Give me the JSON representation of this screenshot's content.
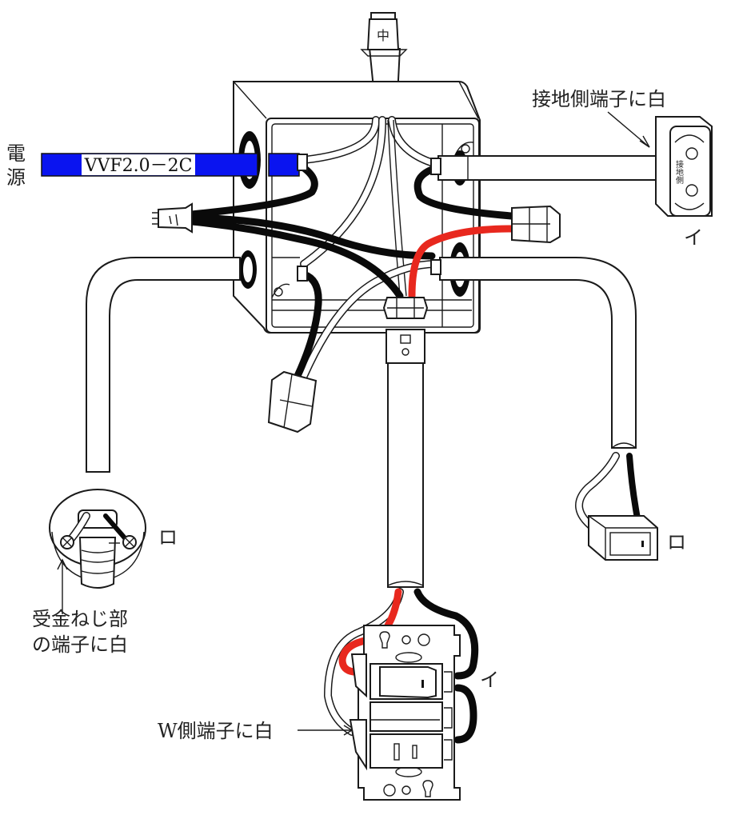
{
  "diagram": {
    "title": "複線図（ジョイントボックス配線）",
    "colors": {
      "source_cable": "#0a14f0",
      "black_wire": "#0a0a0a",
      "red_wire": "#e8281e",
      "white_wire": "#ffffff",
      "outline": "#1a1a1a"
    },
    "labels": {
      "power_source": "電源",
      "source_cable": "VVF2.0－2C",
      "top_connector": "中",
      "ground_side_note": "接地側端子に白",
      "outlet_ground_mark": "接地側",
      "outlet_label": "イ",
      "lamp_note_line1": "受金ねじ部",
      "lamp_note_line2": "の端子に白",
      "lamp_label": "ロ",
      "pilot_label": "ロ",
      "switch_label": "イ",
      "w_side_note": "W側端子に白"
    }
  }
}
